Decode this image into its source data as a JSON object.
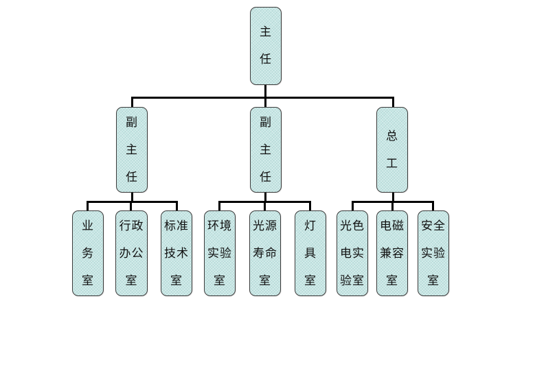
{
  "org_chart": {
    "root": {
      "lines": [
        "主",
        "任"
      ]
    },
    "managers": [
      {
        "lines": [
          "副",
          "主",
          "任"
        ]
      },
      {
        "lines": [
          "副",
          "主",
          "任"
        ]
      },
      {
        "lines": [
          "总",
          "工"
        ]
      }
    ],
    "departments": [
      {
        "lines": [
          "业",
          "务",
          "室"
        ]
      },
      {
        "lines": [
          "行政",
          "办公",
          "室"
        ]
      },
      {
        "lines": [
          "标准",
          "技术",
          "室"
        ]
      },
      {
        "lines": [
          "环境",
          "实验",
          "室"
        ]
      },
      {
        "lines": [
          "光源",
          "寿命",
          "室"
        ]
      },
      {
        "lines": [
          "灯",
          "具",
          "室"
        ]
      },
      {
        "lines": [
          "光色",
          "电实",
          "验室"
        ]
      },
      {
        "lines": [
          "电磁",
          "兼容",
          "室"
        ]
      },
      {
        "lines": [
          "安全",
          "实验",
          "室"
        ]
      }
    ]
  },
  "colors": {
    "box_fill": "#c6e7e5",
    "box_border": "#3a3a3a",
    "connector": "#000000"
  }
}
